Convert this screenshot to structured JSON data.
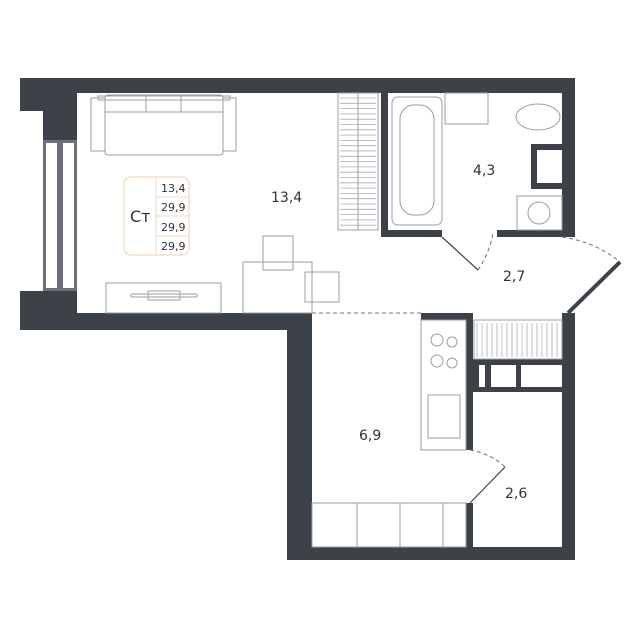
{
  "plan": {
    "wall_color": "#3d4148",
    "badge_color": "#f0d8c0",
    "rooms": [
      {
        "name": "living",
        "area": "13,4"
      },
      {
        "name": "bathroom",
        "area": "4,3"
      },
      {
        "name": "hall",
        "area": "2,7"
      },
      {
        "name": "kitchen",
        "area": "6,9"
      },
      {
        "name": "storage",
        "area": "2,6"
      }
    ],
    "badge": {
      "type": "Ст",
      "values": [
        "13,4",
        "29,9",
        "29,9",
        "29,9"
      ]
    }
  }
}
